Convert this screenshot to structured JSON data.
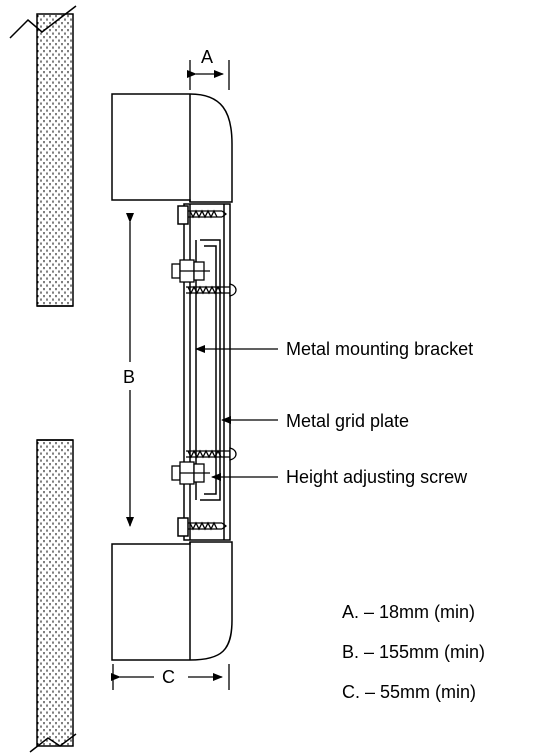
{
  "dimension_letters": {
    "a": "A",
    "b": "B",
    "c": "C"
  },
  "callouts": {
    "mounting_bracket": "Metal mounting bracket",
    "grid_plate": "Metal grid plate",
    "adjusting_screw": "Height adjusting screw"
  },
  "specifications": [
    "A. – 18mm (min)",
    "B. – 155mm (min)",
    "C. – 55mm (min)"
  ]
}
